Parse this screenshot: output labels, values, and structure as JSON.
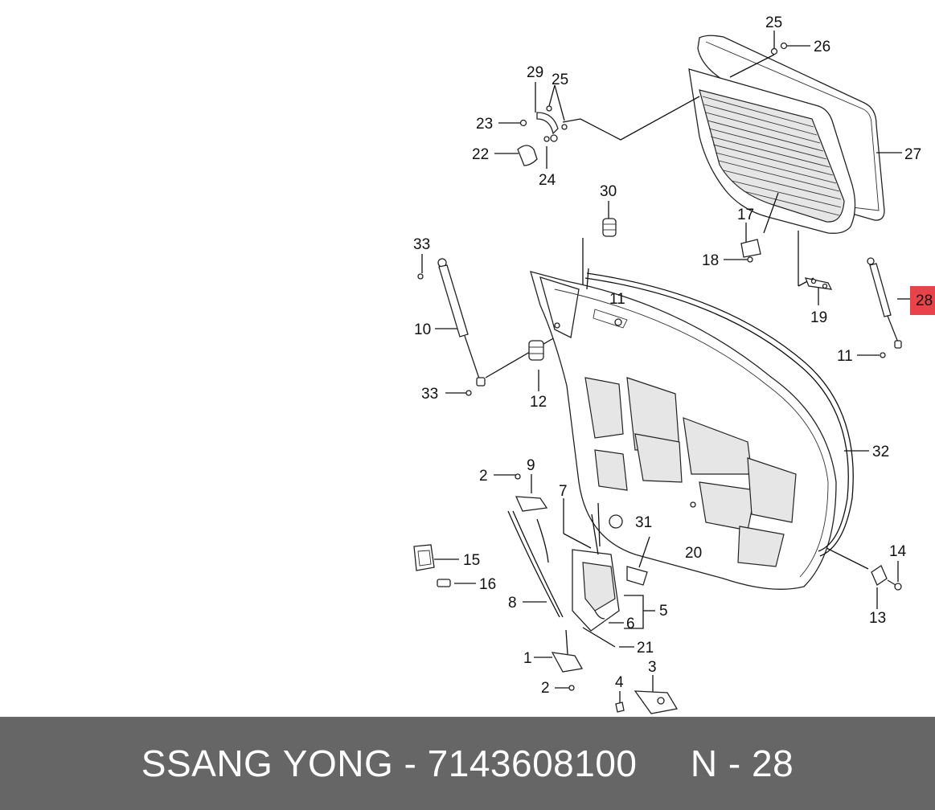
{
  "diagram": {
    "callouts": [
      {
        "id": "c25a",
        "text": "25"
      },
      {
        "id": "c26",
        "text": "26"
      },
      {
        "id": "c29",
        "text": "29"
      },
      {
        "id": "c25b",
        "text": "25"
      },
      {
        "id": "c23",
        "text": "23"
      },
      {
        "id": "c22",
        "text": "22"
      },
      {
        "id": "c24",
        "text": "24"
      },
      {
        "id": "c27",
        "text": "27"
      },
      {
        "id": "c30",
        "text": "30"
      },
      {
        "id": "c17",
        "text": "17"
      },
      {
        "id": "c33a",
        "text": "33"
      },
      {
        "id": "c18",
        "text": "18"
      },
      {
        "id": "c28",
        "text": "28"
      },
      {
        "id": "c11a",
        "text": "11"
      },
      {
        "id": "c19",
        "text": "19"
      },
      {
        "id": "c10",
        "text": "10"
      },
      {
        "id": "c11b",
        "text": "11"
      },
      {
        "id": "c33b",
        "text": "33"
      },
      {
        "id": "c12",
        "text": "12"
      },
      {
        "id": "c32",
        "text": "32"
      },
      {
        "id": "c9",
        "text": "9"
      },
      {
        "id": "c2a",
        "text": "2"
      },
      {
        "id": "c7",
        "text": "7"
      },
      {
        "id": "c31",
        "text": "31"
      },
      {
        "id": "c20",
        "text": "20"
      },
      {
        "id": "c15",
        "text": "15"
      },
      {
        "id": "c14",
        "text": "14"
      },
      {
        "id": "c16",
        "text": "16"
      },
      {
        "id": "c5",
        "text": "5"
      },
      {
        "id": "c8",
        "text": "8"
      },
      {
        "id": "c6",
        "text": "6"
      },
      {
        "id": "c13",
        "text": "13"
      },
      {
        "id": "c21",
        "text": "21"
      },
      {
        "id": "c1",
        "text": "1"
      },
      {
        "id": "c3",
        "text": "3"
      },
      {
        "id": "c2b",
        "text": "2"
      },
      {
        "id": "c4",
        "text": "4"
      }
    ],
    "highlight_color": "#e8434a"
  },
  "footer": {
    "brand": "SSANG YONG",
    "separator1": " - ",
    "part_number": "7143608100",
    "gap": "     ",
    "ref_prefix": "N",
    "separator2": " - ",
    "ref_number": "28"
  }
}
